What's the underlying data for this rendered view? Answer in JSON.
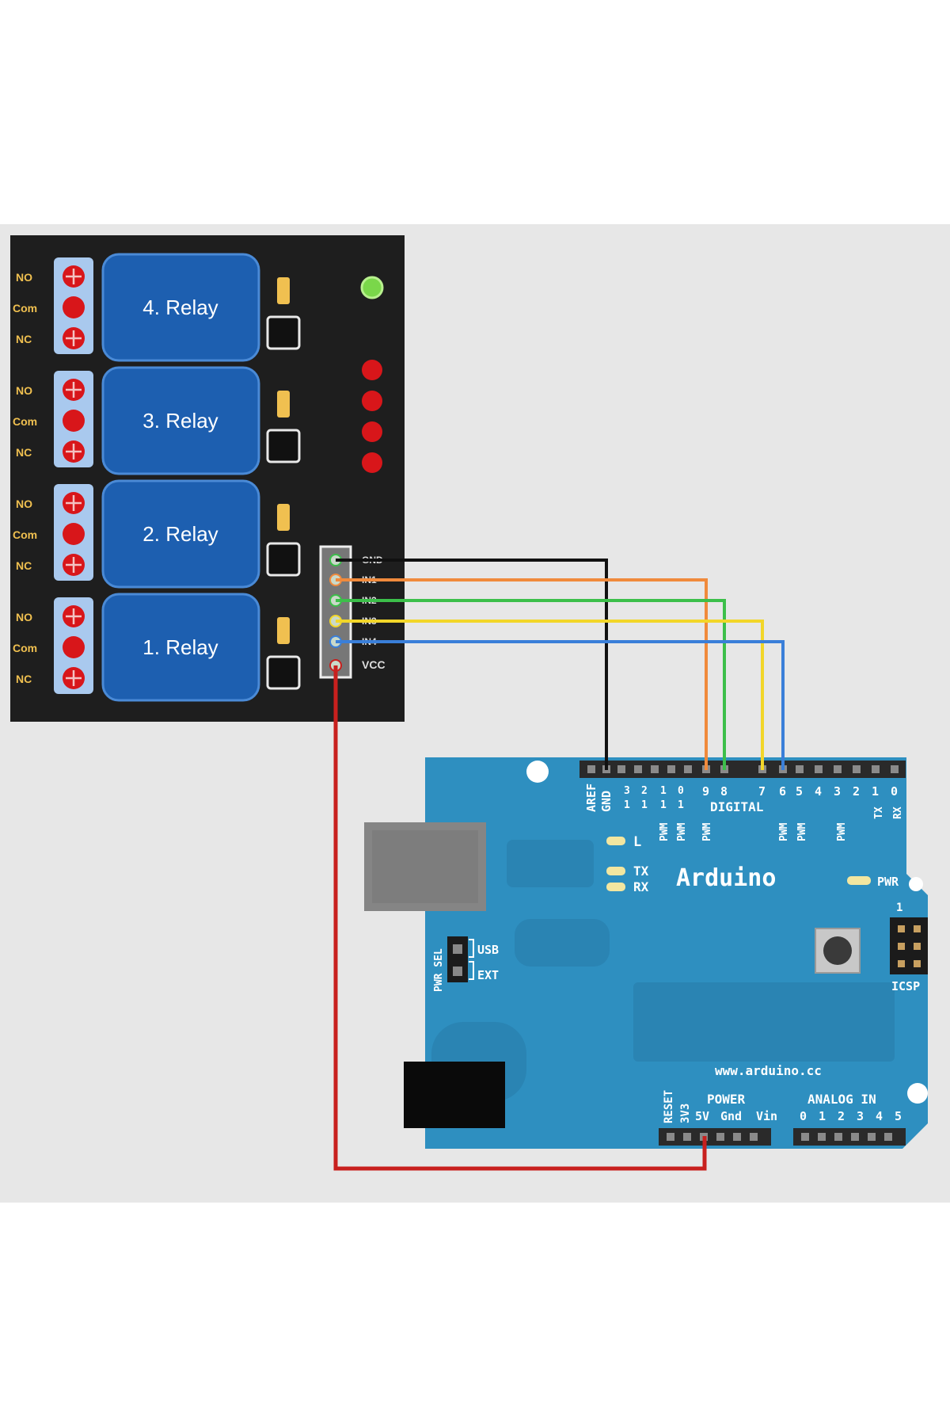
{
  "relay_module": {
    "terminal_labels": [
      "NO",
      "Com",
      "NC"
    ],
    "relays": [
      {
        "label": "4. Relay"
      },
      {
        "label": "3. Relay"
      },
      {
        "label": "2. Relay"
      },
      {
        "label": "1. Relay"
      }
    ],
    "header_pin_labels": [
      "GND",
      "IN1",
      "IN2",
      "IN3",
      "IN4",
      "VCC"
    ]
  },
  "arduino": {
    "name": "Arduino",
    "website": "www.arduino.cc",
    "digital_header_label": "DIGITAL",
    "digital_top_labels": [
      "AREF",
      "GND",
      "13",
      "12",
      "11",
      "10",
      "9",
      "8",
      "7",
      "6",
      "5",
      "4",
      "3",
      "2",
      "1",
      "0"
    ],
    "pwm_label": "PWM",
    "tx_label": "TX",
    "rx_label": "RX",
    "led_labels": [
      "L",
      "TX",
      "RX"
    ],
    "pwr_led_label": "PWR",
    "pwr_sel_label": "PWR SEL",
    "pwr_sel_options": [
      "USB",
      "EXT"
    ],
    "icsp_label": "ICSP",
    "icsp_pin1_label": "1",
    "power_header_label": "POWER",
    "analog_header_label": "ANALOG IN",
    "power_pin_labels": [
      "RESET",
      "3V3",
      "5V",
      "Gnd",
      "Vin"
    ],
    "analog_pin_labels": [
      "0",
      "1",
      "2",
      "3",
      "4",
      "5"
    ]
  },
  "wires": [
    {
      "name": "gnd-wire",
      "color": "#111111",
      "from": "GND",
      "to": "GND"
    },
    {
      "name": "in1-wire",
      "color": "#f08a3c",
      "from": "IN1",
      "to": "9"
    },
    {
      "name": "in2-wire",
      "color": "#3cbf4a",
      "from": "IN2",
      "to": "8"
    },
    {
      "name": "in3-wire",
      "color": "#f2d629",
      "from": "IN3",
      "to": "7"
    },
    {
      "name": "in4-wire",
      "color": "#3a7fd9",
      "from": "IN4",
      "to": "6"
    },
    {
      "name": "vcc-wire",
      "color": "#c8201e",
      "from": "VCC",
      "to": "5V"
    }
  ],
  "colors": {
    "background": "#e7e7e7",
    "relay_board": "#1e1e1e",
    "relay_block": "#1d5fb0",
    "arduino_board": "#2e8fc0",
    "terminal_red": "#d8161a",
    "status_led_green": "#7ad74a",
    "status_led_red": "#d8161a"
  }
}
